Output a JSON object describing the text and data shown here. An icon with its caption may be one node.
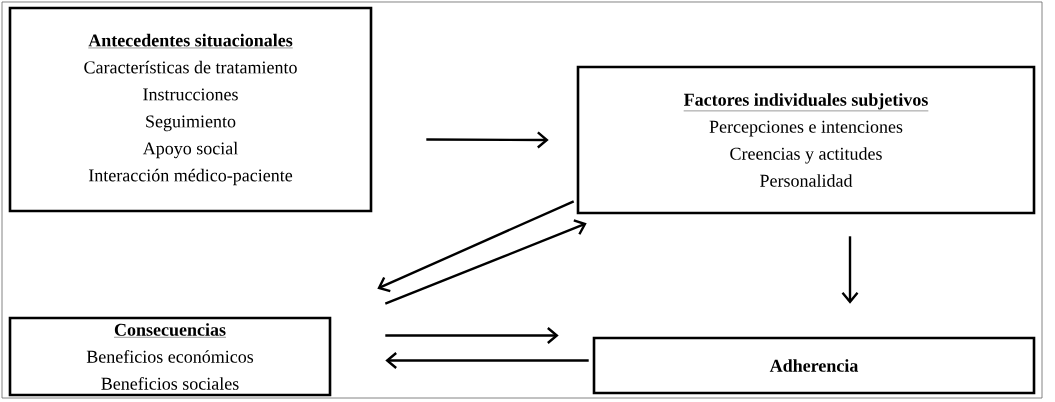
{
  "diagram": {
    "nodes": [
      {
        "text": [
          "Antecedentes situacionales",
          "Características de tratamiento",
          "Instrucciones",
          "Seguimiento",
          "Apoyo social",
          "Interacción médico-paciente"
        ]
      },
      {
        "text": [
          "Factores individuales subjetivos",
          "Percepciones e intenciones",
          "Creencias y actitudes",
          "Personalidad"
        ]
      },
      {
        "text": [
          "Consecuencias",
          "Beneficios económicos",
          "Beneficios sociales"
        ]
      },
      {
        "text": [
          "Adherencia"
        ]
      }
    ],
    "edges": [
      {
        "from": 0,
        "to": 1,
        "arrow": "to"
      },
      {
        "from": 1,
        "to": 2,
        "arrow": "to"
      },
      {
        "from": 2,
        "to": 1,
        "arrow": "to"
      },
      {
        "from": 1,
        "to": 3,
        "arrow": "to"
      },
      {
        "from": 2,
        "to": 3,
        "arrow": "to"
      },
      {
        "from": 3,
        "to": 2,
        "arrow": "to"
      }
    ]
  }
}
